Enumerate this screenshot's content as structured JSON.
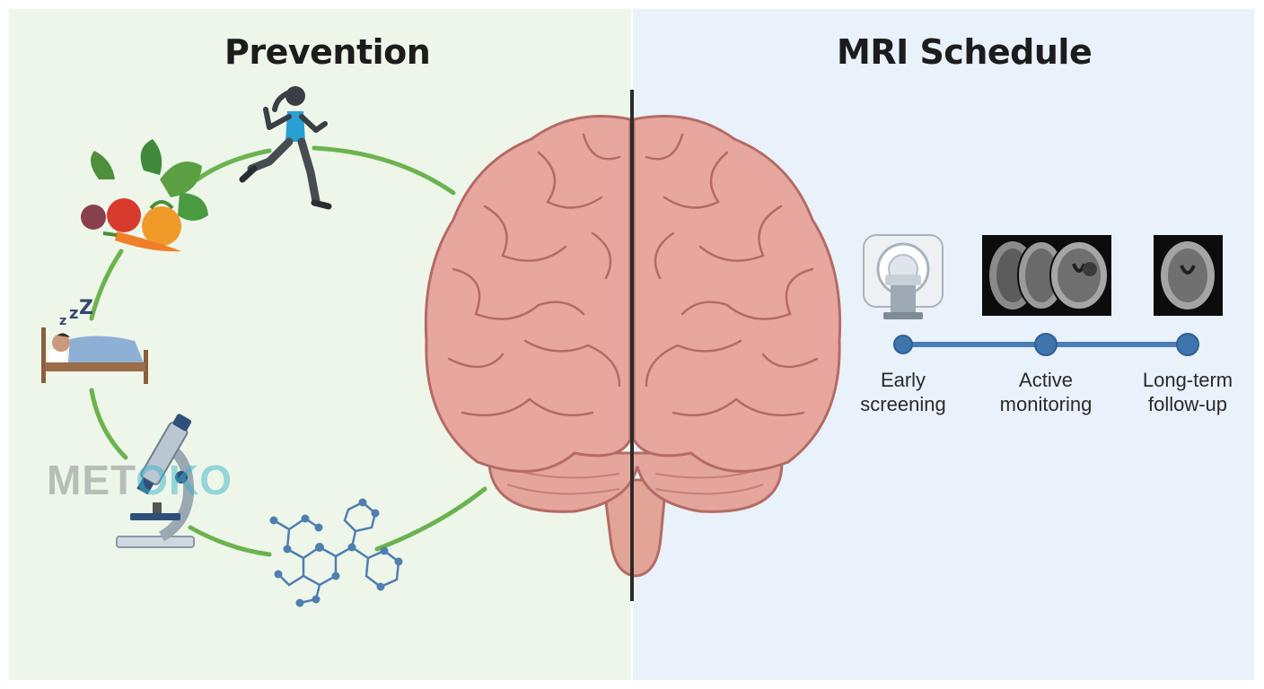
{
  "prevention": {
    "title": "Prevention"
  },
  "mri": {
    "title": "MRI Schedule",
    "steps": [
      {
        "line1": "Early",
        "line2": "screening"
      },
      {
        "line1": "Active",
        "line2": "monitoring"
      },
      {
        "line1": "Long-term",
        "line2": "follow-up"
      }
    ]
  },
  "watermark": {
    "part1": "MET",
    "part2": "OKO"
  },
  "colors": {
    "left_bg": "#eef6ea",
    "right_bg": "#e9f1fa",
    "cycle_arc": "#6bb34f",
    "brain": "#e7a79f",
    "timeline": "#4a7db4"
  }
}
